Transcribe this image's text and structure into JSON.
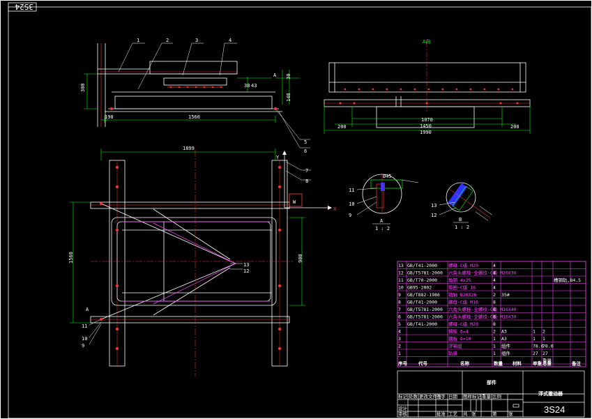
{
  "drawing_code": "3S24",
  "drawing_name": "浮式撇油器",
  "sheet_label": "部件",
  "corner_code": "3S24",
  "view_label_top": "A向",
  "axis": {
    "y": "Y",
    "x": "X",
    "w": "W"
  },
  "dims": {
    "h300": "300",
    "w1560": "1560",
    "w190": "190",
    "v38": "38",
    "v43": "43",
    "v30": "30",
    "v148": "148",
    "w1899": "1899",
    "h1560": "1560",
    "h900": "900",
    "r200a": "200",
    "r1070": "1070",
    "r1450": "1450",
    "r1990": "1990",
    "r200b": "200",
    "detail_a": "Ø45"
  },
  "leaders": [
    "1",
    "2",
    "3",
    "4",
    "5",
    "6",
    "7",
    "8",
    "9",
    "10",
    "11",
    "12",
    "13"
  ],
  "section_labels": {
    "a_mark": "A",
    "detail_a_title": "A",
    "detail_a_scale": "1 : 2",
    "detail_b_title": "B",
    "detail_b_scale": "1 : 2",
    "detail_a_leaders": [
      "11",
      "10",
      "9"
    ],
    "detail_b_leaders": [
      "13",
      "12"
    ],
    "main_leaders_right": [
      "13",
      "12"
    ],
    "main_leaders_left": [
      "11",
      "10",
      "9"
    ]
  },
  "bom": [
    {
      "no": "13",
      "code": "GB/T41-2000",
      "name": "螺母-C级 M20",
      "qty": "4",
      "mat": "",
      "w1": "",
      "w2": "",
      "note": ""
    },
    {
      "no": "12",
      "code": "GB/T5781-2000",
      "name": "六角头螺栓-全螺纹-C级 M20X30",
      "qty": "4",
      "mat": "",
      "w1": "",
      "w2": "",
      "note": ""
    },
    {
      "no": "11",
      "code": "GB/T70-2000",
      "name": "角钢 4x25",
      "qty": "4",
      "mat": "",
      "w1": "",
      "w2": "",
      "note": "槽钢轨,B4.5"
    },
    {
      "no": "10",
      "code": "GB95-2002",
      "name": "垫圈-C级 16",
      "qty": "4",
      "mat": "",
      "w1": "",
      "w2": "",
      "note": ""
    },
    {
      "no": "9",
      "code": "GB/T882-1986",
      "name": "销轴 B20X26",
      "qty": "2",
      "mat": "35#",
      "w1": "",
      "w2": "",
      "note": ""
    },
    {
      "no": "8",
      "code": "GB/T41-2000",
      "name": "螺母-C级 M16",
      "qty": "8",
      "mat": "",
      "w1": "",
      "w2": "",
      "note": ""
    },
    {
      "no": "7",
      "code": "GB/T5781-2000",
      "name": "六角头螺栓-全螺纹-C级 M16X40",
      "qty": "8",
      "mat": "",
      "w1": "",
      "w2": "",
      "note": ""
    },
    {
      "no": "6",
      "code": "GB/T5781-2000",
      "name": "六角头螺栓-全螺纹-C级 M16X30",
      "qty": "8",
      "mat": "",
      "w1": "",
      "w2": "",
      "note": ""
    },
    {
      "no": "5",
      "code": "GB/T41-2000",
      "name": "螺母-C级 M20",
      "qty": "8",
      "mat": "",
      "w1": "",
      "w2": "",
      "note": ""
    },
    {
      "no": "4",
      "code": "",
      "name": "钢板 δ=4",
      "qty": "2",
      "mat": "A3",
      "w1": "1",
      "w2": "2",
      "note": ""
    },
    {
      "no": "3",
      "code": "",
      "name": "钢板 δ=10",
      "qty": "1",
      "mat": "A3",
      "w1": "1",
      "w2": "1",
      "note": ""
    },
    {
      "no": "2",
      "code": "",
      "name": "浮箱组",
      "qty": "1",
      "mat": "组件",
      "w1": "78.6",
      "w2": "78.6",
      "note": ""
    },
    {
      "no": "1",
      "code": "",
      "name": "轨道",
      "qty": "1",
      "mat": "组件",
      "w1": "27",
      "w2": "27",
      "note": ""
    }
  ],
  "bom_header": [
    "序号",
    "代号",
    "名称",
    "数量",
    "材料",
    "单重",
    "总重",
    "备注"
  ],
  "bom_header_weight": "重量",
  "title_block": {
    "part_label": "部件",
    "small_cells": [
      "标记",
      "处数",
      "更改文件号",
      "签字",
      "日期",
      "设计",
      "审核",
      "工艺",
      "批准",
      "图样标记",
      "重量",
      "比例",
      "共",
      "张",
      "第",
      "张"
    ]
  }
}
